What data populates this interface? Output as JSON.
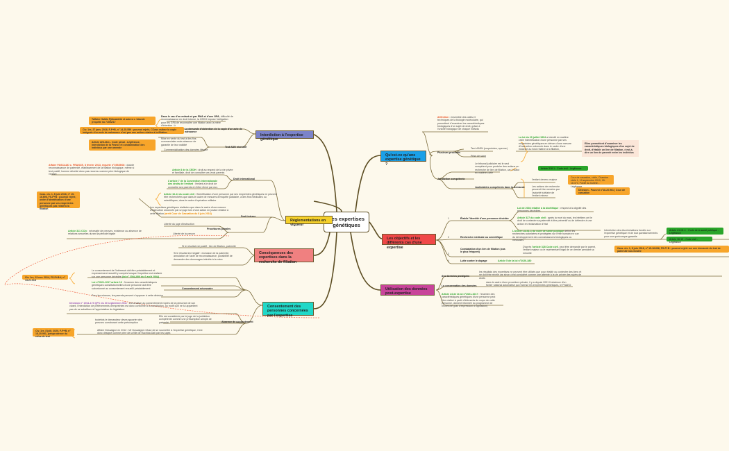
{
  "root": {
    "title": "Les expertises génétiques"
  },
  "colors": {
    "background": "#fdf9ec",
    "branch_line": "#5c4d22",
    "blue_topic": "#7b83c9",
    "yellow_topic": "#f5d02a",
    "pink_topic": "#f08080",
    "cyan_topic": "#20d8c8",
    "sky_topic": "#1aa0e8",
    "red_topic": "#f04848",
    "magenta_topic": "#c8449a",
    "orange_note": "#f7a52a",
    "green_box": "#2aa52a",
    "link_green": "#2ea52e",
    "link_red": "#e8572a",
    "link_orange": "#f08a00",
    "link_purple": "#9b59b6"
  },
  "left": {
    "interdiction": {
      "title": "Interdiction à l'expertise génétique",
      "sub1": {
        "label": "La demande d'obtention de la copie d'un acte de naissance",
        "text_bold": "Dans le cas d'un enfant né par PMA et d'une GPA",
        "text": ", difficulté de reconnaissance en droit interne, la CEDH impose l'obligation pour les GPA de reconnaître une filiation avec la mère d'intention",
        "note1": "Taffaire Haldis Fjölnadóttir et autres c. Islande (requête no 71552/17",
        "note2": "Civ. 1re, 27 janv. 2016, F-P+B, n° 14-25.559 : pourvoi rejeté, CCass estime la copie intégrale d'un acte de naissance n'est pas une action relative à la filiation"
      },
      "sub2": {
        "label": "Test ADN récréatif",
        "item1": "Mise en vente du test à des fins commerciales mais absence de garantie de leur validité",
        "item2": "Commercialisation des données illégale",
        "note": "Article 226-28-1 - Code pénal - Légifrance, interdiction de la France et condamnation des individus par une amende"
      }
    },
    "reglementations": {
      "title": "Réglementations en vigueur",
      "droit_international": {
        "label": "Droit international",
        "item1_link": "Affaire PASCAUD c. FRANCE, 8 février 2013, requête n°19535/08",
        "item1_text": " : double reconnaissance de paternité, établissement de la filiation biologique, même si test positif, homme décédé donc pas reconnu comme père biologique de l'enfant",
        "item2_link": "Article 8 de la CEDH",
        "item2_text": " : droit au respect de la vie privée et familiale, droit de connaître ses vrais parents",
        "item3_link": "L'article 7 de la Convention internationale des droits de l'enfant",
        "item3_text": " : l'enfant a le droit de connaître ses parents et d'être élevé par eux."
      },
      "droit_interne": {
        "label": "Droit interne",
        "item1_link": "Article 16-11 du code civil",
        "item1_text": " : l'identification d'une personne par ses empreintes génétiques ne peuvent être recherchées que dans le cadre de mesures d'enquête judiciaire, à des fins médicales ou scientifiques, dans le cadre d'opération militaire",
        "item1_note": "Cass. civ. 1, 8 juin 2016, n° 15-16.696, FS-P+B : pourvoi rejeté, ordre d'identification d'une personne par ses empreintes génétiques pas relatif à la filiation",
        "item2_text": "Les expertises génétiques réalisées que dans le cadre d'une mesure d'instruction ordonnée par un juge lors d'une action en justice relative à cette filiation ",
        "item2_link": "(arrêt Cour de Cassation du 8 juin 2016)"
      },
      "procedures": {
        "label": "Procédures pénales",
        "item1": "Liberté du juge d'instruction",
        "item2": "Liberté de la preuve",
        "item2_link": "Article 311 CCiv",
        "item2_text": " : nécessité de preuves, existence ou absence de relations sexuelles durant la période légale"
      }
    },
    "consequences": {
      "title": "Conséquences des expertises dans la recherche de filiation",
      "item1": "Si le résultat est positif : lien de filiation, paternité",
      "item2": "Si le résultat est négatif : exclusion de la paternité, annulation de l'acte de reconnaissance, possibilité de demander des dommages-intérêts à la mère"
    },
    "consentement": {
      "title": "Consentement des personnes concernées par l'expertise",
      "necessaire": {
        "label": "Consentement nécessaire",
        "item1_text": "Le consentement de l'intéressé doit être préalablement et expressément recueilli y compris lorsque l'expertise est réalisée sur une personne décédée ",
        "item1_link": "(loi n° 2004-800 du 6 août 2004)",
        "item1_note": "Civ. 1re, 13 nov. 2014, FS-P+B+I, n° 13-21.018",
        "item2_link": "Loi n°2021-1017 article 16",
        "item2_text": " : l'examen des caractéristiques génétiques constitutionnelles d'une personne doit être subordonné au consentement recueilli préalablement",
        "item3": "Pour les mineurs, les parents peuvent s'opposer à cette décision"
      },
      "absence": {
        "label": "Absence de consentement",
        "item1_link": "Décision n° 2011-173 QPC du 30 septembre 2011",
        "item1_text": " : exhumation au consentement exprès de la personne de son vivant, l'interdiction de prélèvements d'empreintes est donc conforme à la constitution, au motif qu'il ne lui appartient pas de se substituer à l'appréciation du législateur",
        "item2": "Elle est considérée par le juge de la juridiction compétente comme une présomption simple de paternité",
        "item2_sub": "toutefois le demandeur devra apporter des preuves corroborant cette présomption",
        "item3": "Affaire Dessaigne en 2012 : Mr Dussaigne refuse de se soumettre à l'expertise génétique, il est donc désigné comme père de la fille de Rachida Dati par les juges",
        "item3_note": "Civ. 1re, 8 juill. 2020, F-P+B, n° 18-20.961, jurisprudence du refus de test"
      }
    }
  },
  "right": {
    "quest": {
      "title": "Qu'est-ce qu'une expertise génétique ?",
      "definition_link": "définition",
      "definition_text": " : ensemble des outils et techniques de la biologie moléculaire, qui permettent d'examiner les caractéristiques biologiques d'un sujet de droit, grâce à l'unicité biologique de chaque individu",
      "procedes": {
        "label": "Plusieurs procédés",
        "item1": "Test d'ADN (empreintes, sperme)",
        "item2": "Prise de sang",
        "law_link": "La loi du 29 juillet 1994",
        "law_text": " a interdit en matière civile l'identification d'une personne par ses empreintes génétiques en dehors d'une mesure d'instruction ordonnée dans le cadre d'une instance au fond relative à la filiation,",
        "callout": "Elles permettent d'examiner les caractéristiques biologiques d'un sujet de droit, d'établir un lien de filiation, c'est-à-dire un lien de parenté entre les individus"
      },
      "juridiction": {
        "label": "Juridiction compétente",
        "text": "Le tribunal judiciaire est le seul compétent pour produire des actions en recherche de lien de filiation, car il statut en matière civile",
        "green": "Article 318-1 : Code civil : Légifrance"
      },
      "justiciables": {
        "label": "Justiciables compétents dans la demande",
        "item1": "l'enfant devenu majeur",
        "item2": "Les actions de recherche peuvent être menées par l'autorité tutélaire de l'enfant mineur",
        "note1": "Cour de cassation, civile, Chambre civile 1, 19 septembre 2019, 18-18.473, Publié au bulletin - Légifrance",
        "note2": "Décision - Pourvoi n°18-20.961 | Cour de cassation"
      }
    },
    "objectifs": {
      "title": "Les objectifs et les différents cas d'une expertise",
      "cases": [
        {
          "num": "1",
          "label": "Établir l'identité d'une personne décédée",
          "a_link": "Loi de 2004 relative à la bioéthique",
          "a_text": " : respect à la dignité des personnes décédées",
          "b_link": "Article 327 du code civil",
          "b_text": " : après la mort du marj, les héritiers ont le droit de contester sa paternité à titre préventif ou de défendre à une action en réclamation d'état"
        },
        {
          "num": "2",
          "label": "Recherche médicale ou scientifique",
          "a_link": "L'article L1131-1 du code de santé publique",
          "a_text": " définit les recherches autorisées et protégées sur l'être humain en vue du développement des connaissances biologiques ou médicales",
          "b_text": "Interdiction des discriminations fondés sur l'expertise génétique et de tout questionnements pour une quelconque garantie",
          "green1": "Article L1141-1 - Code de la santé publique - Légifrance",
          "green2": "Article 16-13 - Code civil - Légifrance"
        },
        {
          "num": "3",
          "label": "Constatation d'un lien de filiation (cas le plus fréquent)",
          "a_pre": "D'après ",
          "a_link": "l'article 328 Code civil",
          "a_text": ", peut être demandé par le parent, l'enfant majeur ou le représentant légal de ce dernier pendant sa minorité",
          "note": "Cass. civ. 1, 8 juin 2016, n° 15-16.696, FS-P+B : pourvoi rejeté sur une demande de test de paternité non-fondée"
        },
        {
          "num": "4",
          "label": "Lutte contre le dopage",
          "a_link": "Article 5 de la loi n°2020-380"
        }
      ]
    },
    "utilisation": {
      "title": "Utilisation des données post-expertise",
      "item1_label": "des données protégées",
      "item1_text": "les résultats des expertises ne peuvent être utilisés que pour établir ou contester des liens et ne doit être révélé car sinon c'est considéré comme une atteinte à la vie privée des sujets de droits",
      "item2_label": "La conservation des données",
      "item2_text": "dans le cadre d'une procédure pénale, il y a depuis 2001 l'existence d'un fichier national automatisé qui recense les empreintes génétiques, le FNAEG",
      "item3_link": "Article 24 de la loi n°2021-1017",
      "item3_text": " : l'examen des caractéristiques génétiques d'une personne peut être réalisé à partir d'éléments du corps de cette personne, dûment informée du programme de recherche (pas d'expression d'opposition)"
    }
  },
  "icons": {
    "link": "external-link-icon"
  }
}
